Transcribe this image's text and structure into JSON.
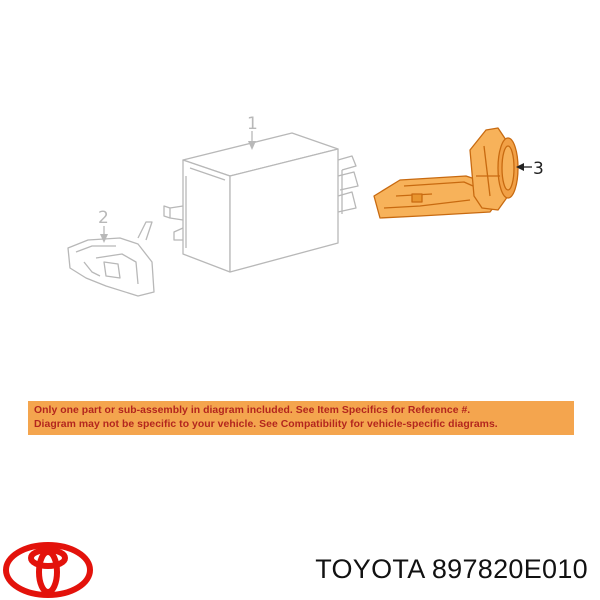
{
  "diagram": {
    "callouts": [
      "1",
      "2",
      "3"
    ],
    "colors": {
      "line": "#b8b8b8",
      "highlight_fill": "#f7b25a",
      "highlight_stroke": "#c86a10",
      "notice_bg": "#f4a54e",
      "notice_text": "#b3261e",
      "logo": "#e3120b"
    }
  },
  "notice": {
    "line1": "Only one part or sub-assembly in diagram included. See Item Specifics for Reference #.",
    "line2": "Diagram may not be specific to your vehicle. See Compatibility for vehicle-specific diagrams."
  },
  "brand": {
    "logo_icon": "toyota-logo-icon",
    "name": "TOYOTA",
    "part_number": "897820E010"
  }
}
